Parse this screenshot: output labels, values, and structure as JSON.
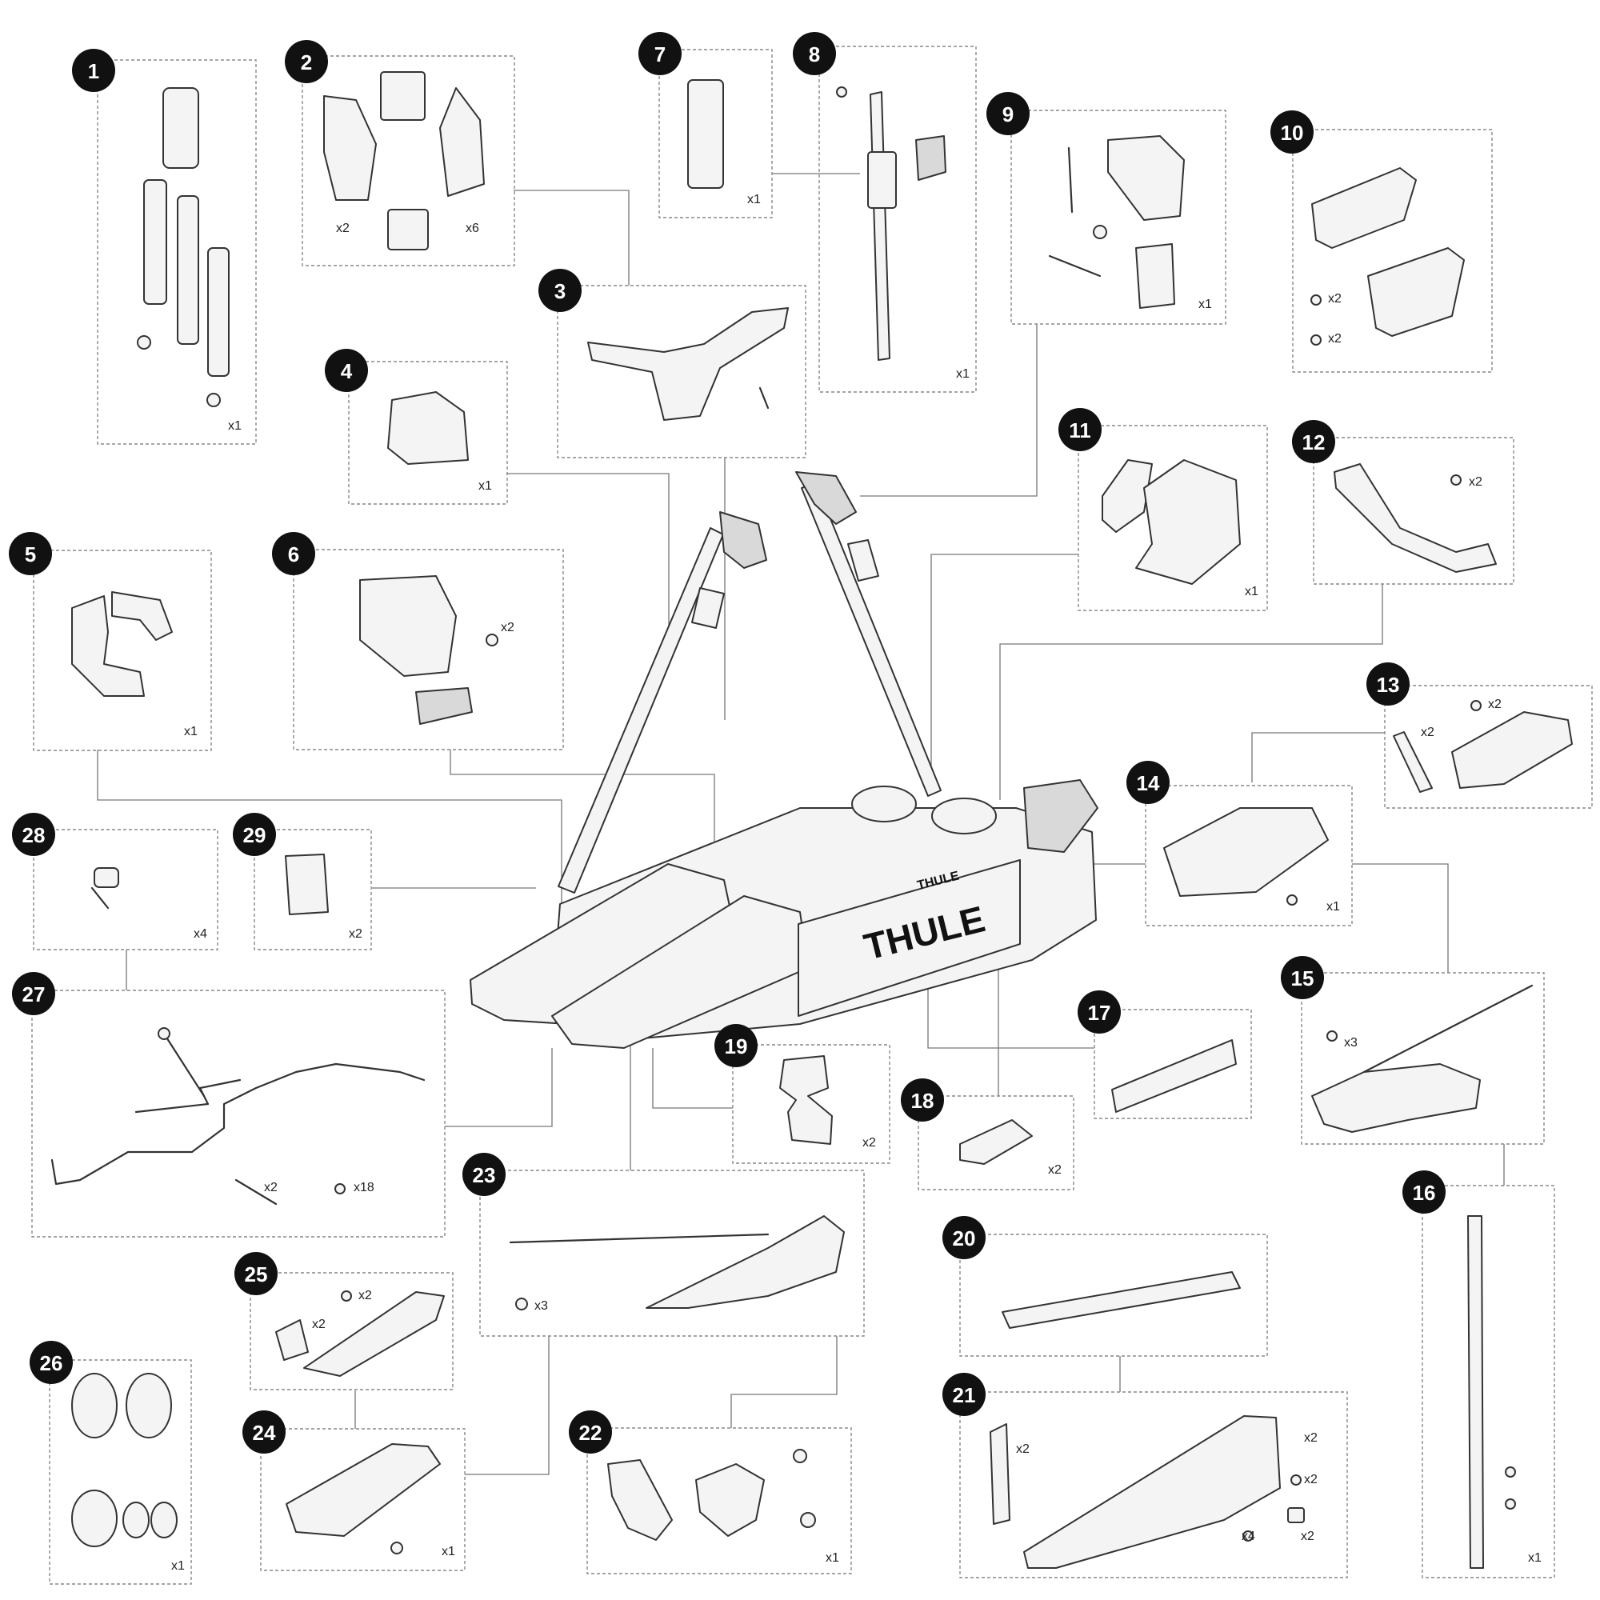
{
  "parts": [
    {
      "number": "1",
      "quantities": [
        "x1"
      ]
    },
    {
      "number": "2",
      "quantities": [
        "x2",
        "x6"
      ]
    },
    {
      "number": "3",
      "quantities": []
    },
    {
      "number": "4",
      "quantities": [
        "x1"
      ]
    },
    {
      "number": "5",
      "quantities": [
        "x1"
      ]
    },
    {
      "number": "6",
      "quantities": [
        "x2"
      ]
    },
    {
      "number": "7",
      "quantities": [
        "x1"
      ]
    },
    {
      "number": "8",
      "quantities": [
        "x1"
      ]
    },
    {
      "number": "9",
      "quantities": [
        "x1"
      ]
    },
    {
      "number": "10",
      "quantities": [
        "x2",
        "x2"
      ]
    },
    {
      "number": "11",
      "quantities": [
        "x1"
      ]
    },
    {
      "number": "12",
      "quantities": [
        "x2"
      ]
    },
    {
      "number": "13",
      "quantities": [
        "x2",
        "x2"
      ]
    },
    {
      "number": "14",
      "quantities": [
        "x1"
      ]
    },
    {
      "number": "15",
      "quantities": [
        "x3"
      ]
    },
    {
      "number": "16",
      "quantities": [
        "x1"
      ]
    },
    {
      "number": "17",
      "quantities": []
    },
    {
      "number": "18",
      "quantities": [
        "x2"
      ]
    },
    {
      "number": "19",
      "quantities": [
        "x2"
      ]
    },
    {
      "number": "20",
      "quantities": []
    },
    {
      "number": "21",
      "quantities": [
        "x2",
        "x2",
        "x2",
        "x4",
        "x2"
      ]
    },
    {
      "number": "22",
      "quantities": [
        "x1"
      ]
    },
    {
      "number": "23",
      "quantities": [
        "x3"
      ]
    },
    {
      "number": "24",
      "quantities": [
        "x1"
      ]
    },
    {
      "number": "25",
      "quantities": [
        "x2",
        "x2"
      ]
    },
    {
      "number": "26",
      "quantities": [
        "x1"
      ]
    },
    {
      "number": "27",
      "quantities": [
        "x2",
        "x18"
      ]
    },
    {
      "number": "28",
      "quantities": [
        "x4"
      ]
    },
    {
      "number": "29",
      "quantities": [
        "x2"
      ]
    }
  ],
  "brand": {
    "name_large": "THULE",
    "name_small": "THULE"
  }
}
